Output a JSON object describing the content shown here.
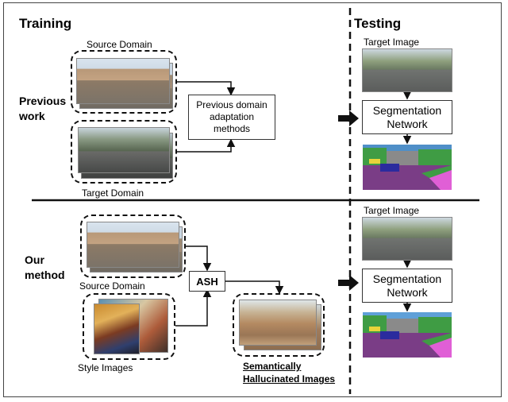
{
  "training_label": "Training",
  "testing_label": "Testing",
  "previous_work": {
    "row_label_1": "Previous",
    "row_label_2": "work",
    "source_label": "Source Domain",
    "target_label": "Target Domain",
    "method_line1": "Previous domain",
    "method_line2": "adaptation",
    "method_line3": "methods"
  },
  "our_method": {
    "row_label_1": "Our",
    "row_label_2": "method",
    "source_label": "Source Domain",
    "style_label": "Style Images",
    "ash_label": "ASH",
    "hallucinated_line1": "Semantically",
    "hallucinated_line2": "Hallucinated Images"
  },
  "testing_top": {
    "target_image_label": "Target Image",
    "network_line1": "Segmentation",
    "network_line2": "Network"
  },
  "testing_bottom": {
    "target_image_label": "Target Image",
    "network_line1": "Segmentation",
    "network_line2": "Network"
  },
  "colors": {
    "road": "#7a3d86",
    "car": "#2b2b9e",
    "vegetation": "#3f9c44",
    "building": "#8a8a8a",
    "sky": "#5fa0d8",
    "sidewalk": "#e05fd6"
  }
}
